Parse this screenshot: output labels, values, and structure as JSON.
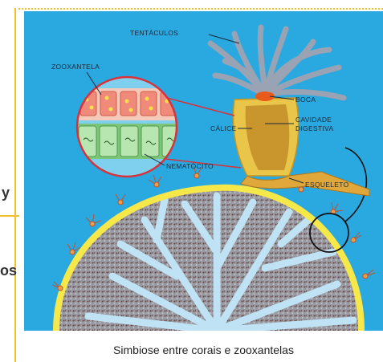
{
  "labels": {
    "tentaculos": "TENTÁCULOS",
    "zooxantela": "ZOOXANTELA",
    "boca": "BOCA",
    "calice": "CÁLICE",
    "cavidade_digestiva_1": "CAVIDADE",
    "cavidade_digestiva_2": "DIGESTIVA",
    "nematocito": "NEMATÓCITO",
    "esqueleto": "ESQUELETO"
  },
  "caption": "Simbiose entre corais e zooxantelas",
  "edge_text": {
    "left_top": "y",
    "left_bottom": "os"
  },
  "colors": {
    "water": "#2aa8e0",
    "skeleton_edge": "#f7e84a",
    "skeleton_fill": "#8f8f95",
    "calyx": "#d7a532",
    "tentacle": "#9aa3b4",
    "mouth": "#e85a1a",
    "frame": "#f2c12e"
  }
}
